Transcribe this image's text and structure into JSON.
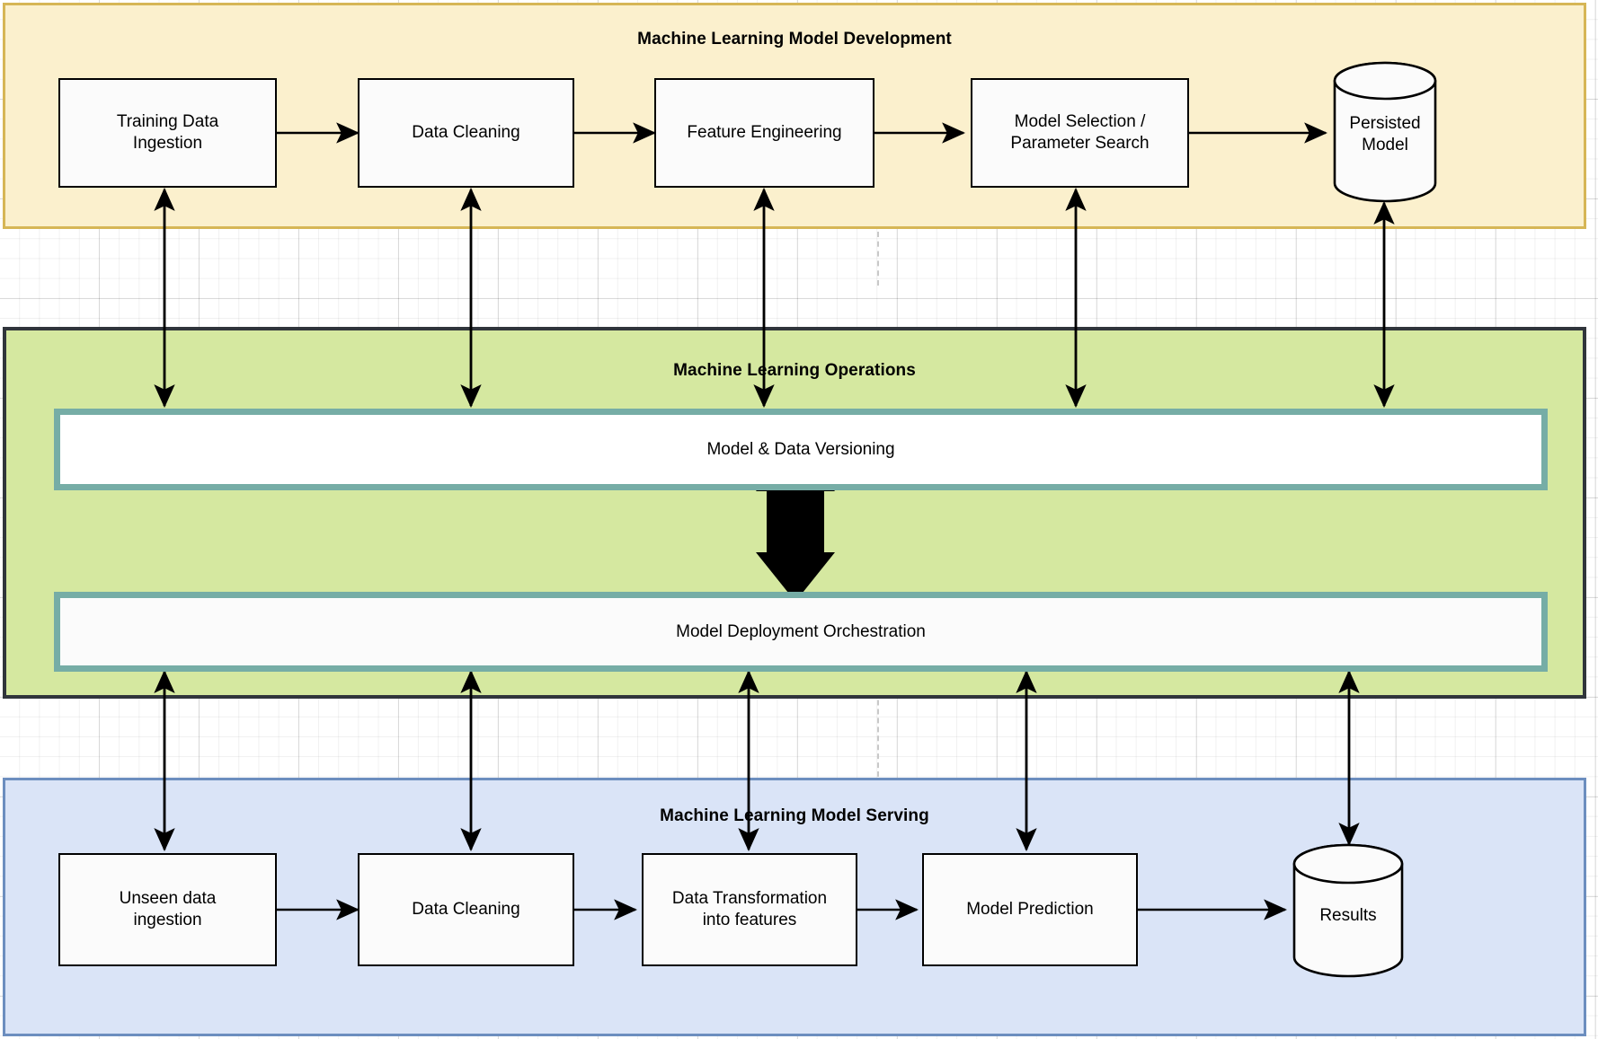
{
  "diagram": {
    "title_hidden": "",
    "colors": {
      "development_fill": "#fbf0cd",
      "development_stroke": "#d6b656",
      "operations_fill": "#d5e8a0",
      "operations_stroke": "#30353b",
      "serving_fill": "#dae4f7",
      "serving_stroke": "#6c8ebf",
      "bar_stroke": "#76ada6",
      "bar_fill": "#ffffff",
      "node_fill": "#fbfbfb",
      "node_stroke": "#000000",
      "edge": "#000000"
    },
    "bands": [
      {
        "id": "development",
        "title": "Machine Learning Model Development",
        "nodes": [
          {
            "id": "training-data-ingestion",
            "label": "Training Data\nIngestion",
            "shape": "rect"
          },
          {
            "id": "data-cleaning-train",
            "label": "Data Cleaning",
            "shape": "rect"
          },
          {
            "id": "feature-engineering",
            "label": "Feature Engineering",
            "shape": "rect"
          },
          {
            "id": "model-selection",
            "label": "Model Selection /\nParameter Search",
            "shape": "rect"
          },
          {
            "id": "persisted-model",
            "label": "Persisted\nModel",
            "shape": "cylinder"
          }
        ]
      },
      {
        "id": "operations",
        "title": "Machine Learning Operations",
        "nodes": [
          {
            "id": "model-data-versioning",
            "label": "Model & Data Versioning",
            "shape": "bar"
          },
          {
            "id": "model-deployment-orchestration",
            "label": "Model Deployment Orchestration",
            "shape": "bar"
          }
        ]
      },
      {
        "id": "serving",
        "title": "Machine Learning Model Serving",
        "nodes": [
          {
            "id": "unseen-data-ingestion",
            "label": "Unseen data\ningestion",
            "shape": "rect"
          },
          {
            "id": "data-cleaning-serve",
            "label": "Data Cleaning",
            "shape": "rect"
          },
          {
            "id": "data-transformation",
            "label": "Data Transformation\ninto features",
            "shape": "rect"
          },
          {
            "id": "model-prediction",
            "label": "Model Prediction",
            "shape": "rect"
          },
          {
            "id": "results",
            "label": "Results",
            "shape": "cylinder"
          }
        ]
      }
    ],
    "labels": {
      "dev_title": "Machine Learning Model Development",
      "ops_title": "Machine Learning Operations",
      "serve_title": "Machine Learning Model Serving",
      "training_data_ingestion_l1": "Training Data",
      "training_data_ingestion_l2": "Ingestion",
      "data_cleaning_train": "Data Cleaning",
      "feature_engineering": "Feature Engineering",
      "model_selection_l1": "Model Selection /",
      "model_selection_l2": "Parameter Search",
      "persisted_model_l1": "Persisted",
      "persisted_model_l2": "Model",
      "model_data_versioning": "Model & Data Versioning",
      "model_deployment_orchestration": "Model Deployment Orchestration",
      "unseen_data_ingestion_l1": "Unseen data",
      "unseen_data_ingestion_l2": "ingestion",
      "data_cleaning_serve": "Data Cleaning",
      "data_transformation_l1": "Data Transformation",
      "data_transformation_l2": "into features",
      "model_prediction": "Model Prediction",
      "results": "Results"
    }
  }
}
